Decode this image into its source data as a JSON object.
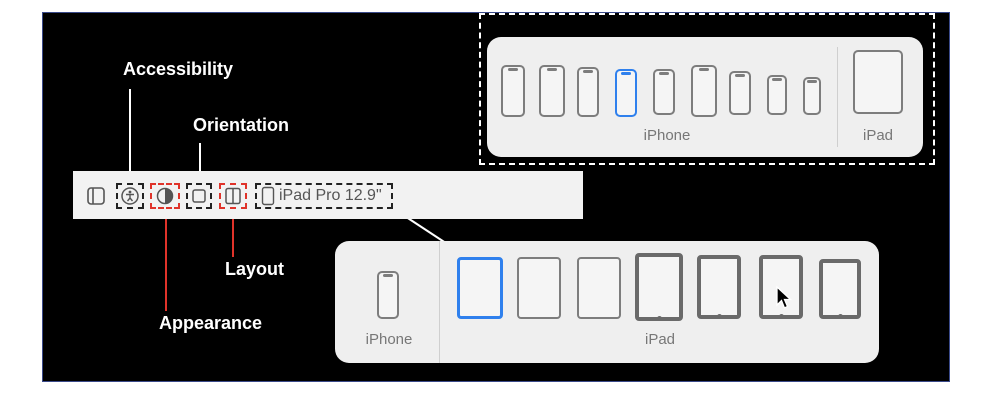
{
  "annotations": {
    "accessibility": "Accessibility",
    "orientation": "Orientation",
    "layout": "Layout",
    "appearance": "Appearance"
  },
  "toolbar": {
    "device_name": "iPad Pro 12.9\""
  },
  "top_panel": {
    "iphone_label": "iPhone",
    "ipad_label": "iPad",
    "iphone_count": 9,
    "selected_index": 3
  },
  "bottom_panel": {
    "iphone_label": "iPhone",
    "ipad_label": "iPad",
    "ipad_count": 7,
    "selected_index": 0
  },
  "colors": {
    "accent": "#2f80ed",
    "annotation_red": "#e0332a",
    "background": "#000000",
    "panel": "#efefef"
  },
  "icons": [
    "sidebar-icon",
    "accessibility-icon",
    "appearance-icon",
    "orientation-icon",
    "layout-icon",
    "device-icon",
    "cursor-arrow-icon"
  ]
}
